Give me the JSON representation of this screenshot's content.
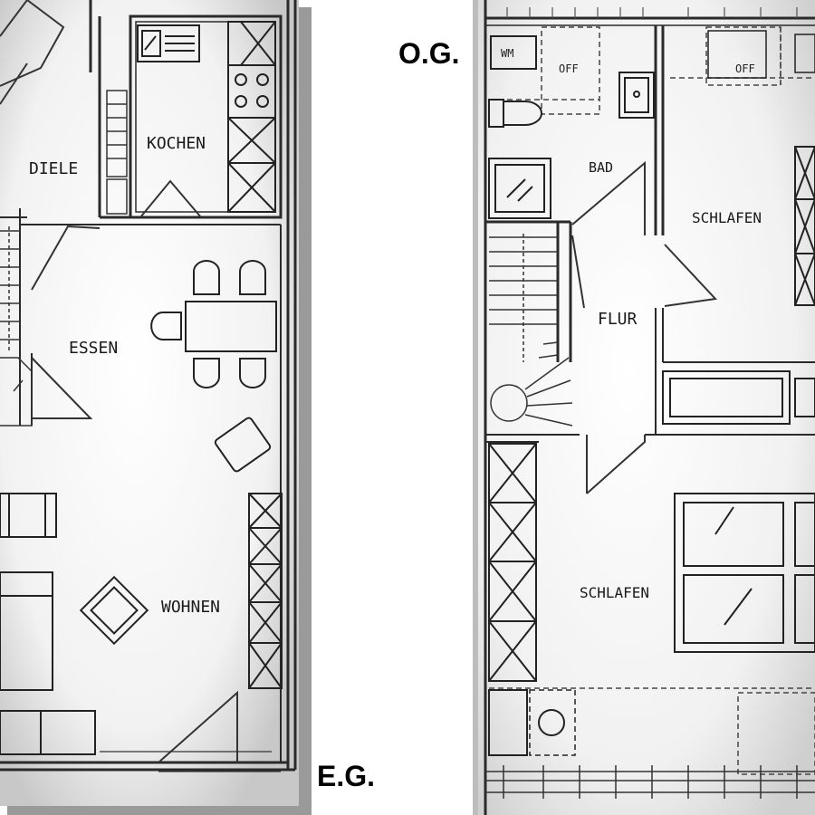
{
  "floors": {
    "ground": {
      "label": "E.G.",
      "rooms": {
        "diele": "DIELE",
        "kochen": "KOCHEN",
        "essen": "ESSEN",
        "wohnen": "WOHNEN"
      }
    },
    "upper": {
      "label": "O.G.",
      "rooms": {
        "bad": "BAD",
        "flur": "FLUR",
        "schlafen_top": "SCHLAFEN",
        "schlafen_bottom": "SCHLAFEN"
      },
      "fixtures": {
        "wm": "WM",
        "off_left": "OFF",
        "off_right": "OFF"
      }
    }
  },
  "colors": {
    "wall": "#2a2a2a",
    "line": "#4a4a4a",
    "paper": "#f4f4f4",
    "shadow": "#9a9a9a"
  }
}
